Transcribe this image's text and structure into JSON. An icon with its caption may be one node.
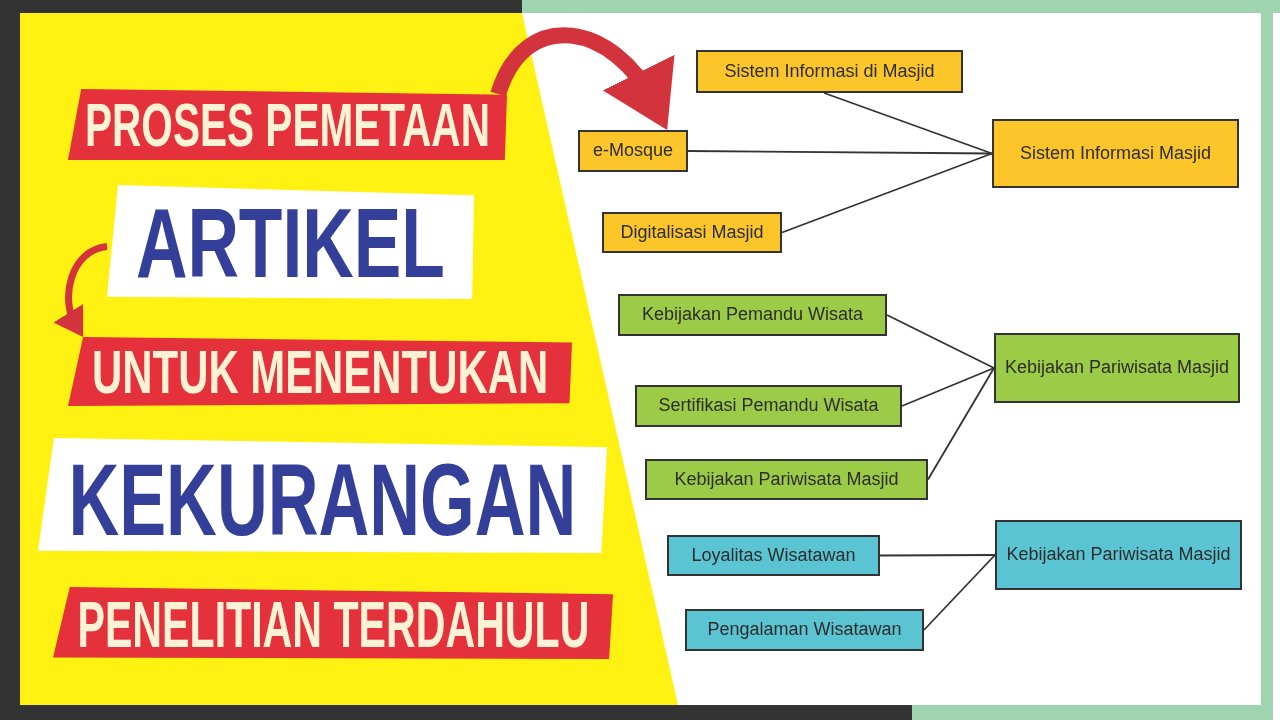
{
  "diagram": {
    "nodes": [
      {
        "text": [
          "PROSES PEMETAAN"
        ]
      },
      {
        "text": [
          "ARTIKEL"
        ]
      },
      {
        "text": [
          "UNTUK MENENTUKAN"
        ]
      },
      {
        "text": [
          "KEKURANGAN"
        ]
      },
      {
        "text": [
          "PENELITIAN TERDAHULU"
        ]
      },
      {
        "text": [
          "Sistem Informasi di Masjid"
        ]
      },
      {
        "text": [
          "e-Mosque"
        ]
      },
      {
        "text": [
          "Sistem Informasi Masjid"
        ]
      },
      {
        "text": [
          "Digitalisasi Masjid"
        ]
      },
      {
        "text": [
          "Kebijakan Pemandu Wisata"
        ]
      },
      {
        "text": [
          "Kebijakan Pariwisata Masjid"
        ]
      },
      {
        "text": [
          "Sertifikasi Pemandu Wisata"
        ]
      },
      {
        "text": [
          "Kebijakan Pariwisata Masjid"
        ]
      },
      {
        "text": [
          "Loyalitas Wisatawan"
        ]
      },
      {
        "text": [
          "Kebijakan Pariwisata Masjid"
        ]
      },
      {
        "text": [
          "Pengalaman Wisatawan"
        ]
      }
    ],
    "edges": [
      {
        "from": 0,
        "to": 6,
        "arrow": "to",
        "style": "thick",
        "color": "#d3333c"
      },
      {
        "from": 1,
        "to": 2,
        "arrow": "to",
        "style": "thick",
        "color": "#d3333c"
      },
      {
        "from": 5,
        "to": 7,
        "arrow": "none"
      },
      {
        "from": 6,
        "to": 7,
        "arrow": "none"
      },
      {
        "from": 8,
        "to": 7,
        "arrow": "none"
      },
      {
        "from": 9,
        "to": 10,
        "arrow": "none"
      },
      {
        "from": 11,
        "to": 10,
        "arrow": "none"
      },
      {
        "from": 12,
        "to": 10,
        "arrow": "none"
      },
      {
        "from": 13,
        "to": 14,
        "arrow": "none"
      },
      {
        "from": 15,
        "to": 14,
        "arrow": "none"
      }
    ]
  }
}
